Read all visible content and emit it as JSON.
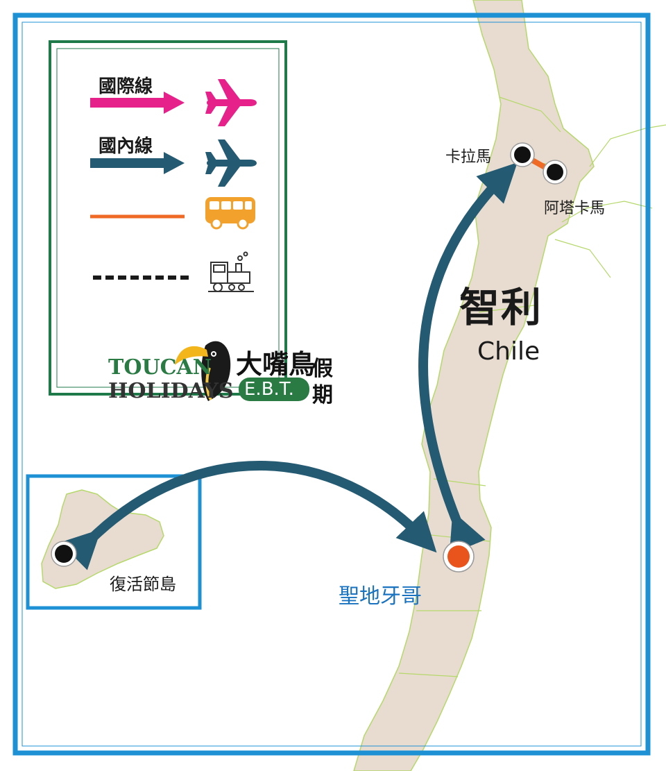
{
  "legend": {
    "international_label": "國際線",
    "domestic_label": "國內線",
    "colors": {
      "international": "#e6218a",
      "domestic": "#245a72",
      "bus": "#ef6a25",
      "bus_body": "#f2a12c"
    },
    "icons": [
      "airplane-icon",
      "airplane-icon",
      "bus-icon",
      "train-icon"
    ]
  },
  "logo": {
    "line1": "TOUCAN",
    "line2": "HOLIDAYS",
    "zh_name": "大嘴鳥",
    "ebt": "E.B.T.",
    "zh_holiday_1": "假",
    "zh_holiday_2": "期",
    "icon": "toucan-icon"
  },
  "country": {
    "zh": "智利",
    "en": "Chile"
  },
  "places": {
    "calama": "卡拉馬",
    "atacama": "阿塔卡馬",
    "easter_island": "復活節島",
    "santiago": "聖地牙哥"
  },
  "colors": {
    "frame": "#1e90d4",
    "land": "#e8dcd0",
    "border_line": "#b5d86a",
    "legend_frame": "#1f7a4a",
    "santiago_dot": "#e8541c"
  }
}
